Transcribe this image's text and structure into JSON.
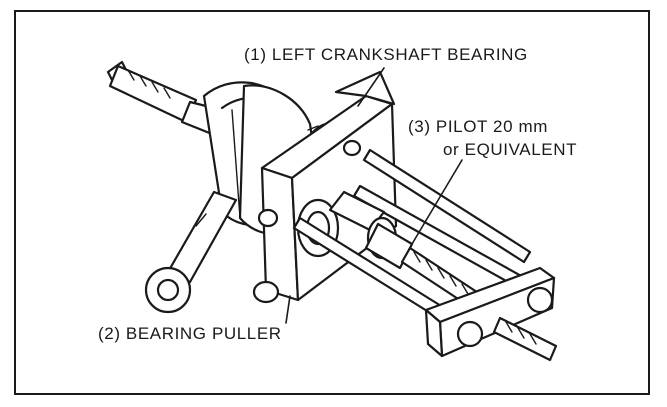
{
  "labels": {
    "left_crankshaft_bearing": "(1) LEFT CRANKSHAFT BEARING",
    "pilot_line1": "(3) PILOT 20 mm",
    "pilot_line2": "or EQUIVALENT",
    "bearing_puller": "(2) BEARING PULLER"
  },
  "colors": {
    "ink": "#1a1a1a",
    "paper": "#ffffff"
  }
}
